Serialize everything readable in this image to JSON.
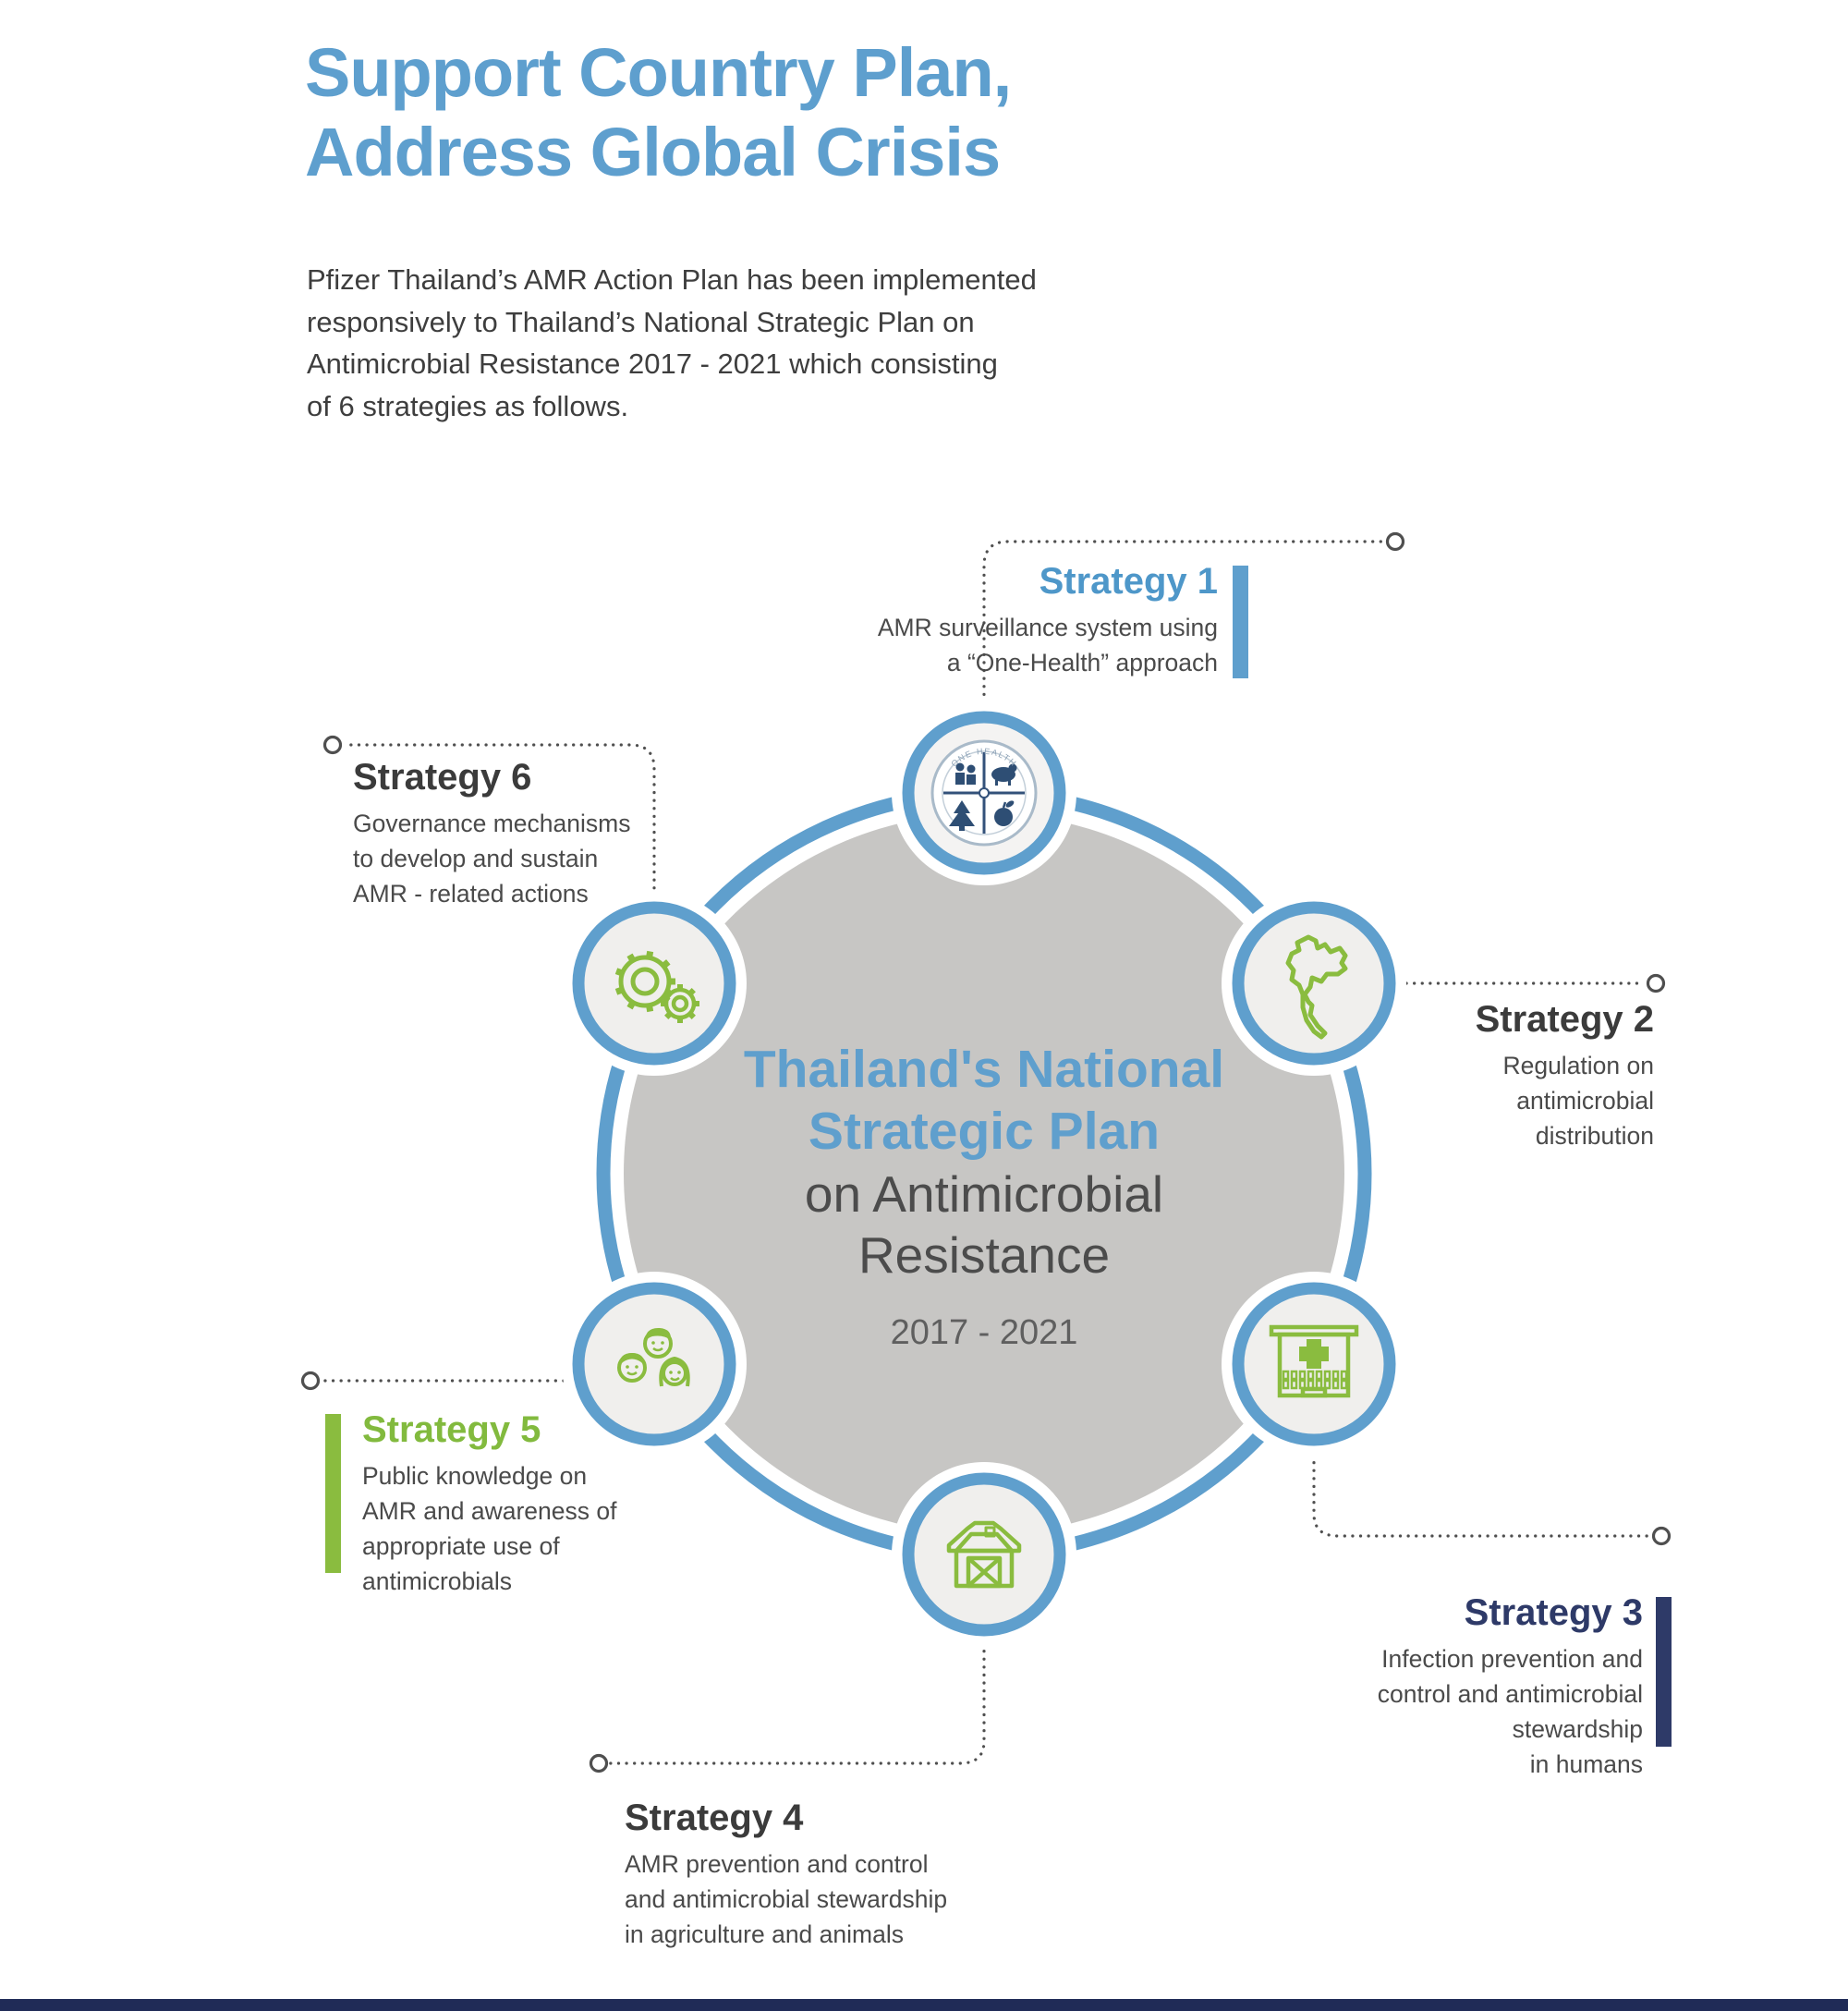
{
  "page": {
    "title_line1": "Support Country Plan,",
    "title_line2": "Address Global Crisis",
    "intro_lines": [
      "Pfizer Thailand’s AMR Action Plan has been implemented",
      "responsively to Thailand’s National Strategic Plan on",
      "Antimicrobial Resistance 2017 - 2021 which consisting",
      "of 6 strategies as follows."
    ]
  },
  "center": {
    "line1": "Thailand's National",
    "line2": "Strategic Plan",
    "line3": "on Antimicrobial",
    "line4": "Resistance",
    "years": "2017 - 2021"
  },
  "one_health_label": "ONE HEALTH",
  "strategies": [
    {
      "label": "Strategy 1",
      "icon": "one-health-icon",
      "accent": "#5f9fcd",
      "lines": [
        "AMR surveillance system using",
        "a “One-Health” approach"
      ]
    },
    {
      "label": "Strategy 2",
      "icon": "thailand-map-icon",
      "lines": [
        "Regulation on",
        "antimicrobial",
        "distribution"
      ]
    },
    {
      "label": "Strategy 3",
      "icon": "hospital-icon",
      "accent": "#2e3a68",
      "lines": [
        "Infection prevention and",
        "control and antimicrobial",
        "stewardship",
        "in humans"
      ]
    },
    {
      "label": "Strategy 4",
      "icon": "barn-icon",
      "lines": [
        "AMR prevention and control",
        "and antimicrobial stewardship",
        "in agriculture and animals"
      ]
    },
    {
      "label": "Strategy 5",
      "icon": "people-icon",
      "accent": "#8abc3f",
      "lines": [
        "Public knowledge on",
        "AMR and awareness of",
        "appropriate use of",
        "antimicrobials"
      ]
    },
    {
      "label": "Strategy 6",
      "icon": "gears-icon",
      "lines": [
        "Governance mechanisms",
        "to develop and sustain",
        "AMR - related actions"
      ]
    }
  ],
  "colors": {
    "blue": "#5f9fcd",
    "navy": "#2e3a68",
    "green": "#8abc3f",
    "disc_gray": "#c7c6c4",
    "circle_fill": "#f0efed",
    "connector": "#4f4f4f"
  }
}
